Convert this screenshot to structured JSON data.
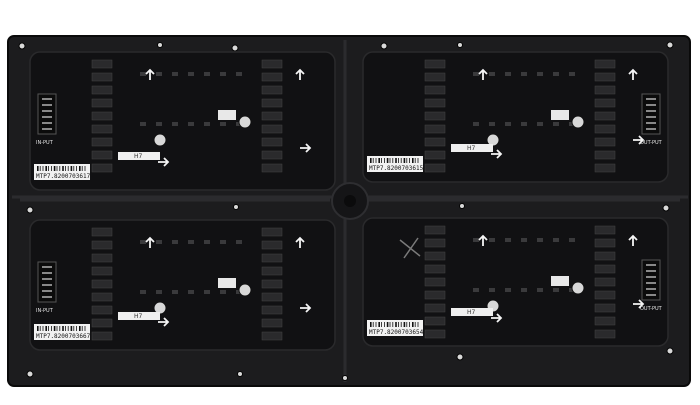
{
  "photo": {
    "board_labels": [
      "MTP7.8200703617",
      "MTP7.8200703615",
      "MTP7.8200703667",
      "MTP7.8200703654"
    ],
    "handwritten_marks": [
      "H7",
      "H7",
      "H7",
      "H7"
    ],
    "port_labels": [
      "IN-PUT",
      "OUT-PUT",
      "IN-PUT",
      "OUT-PUT"
    ],
    "colors": {
      "frame": "#1c1c1e",
      "pcb": "#111113",
      "chip": "#2a2a2c",
      "label_paper": "#f2f2f2",
      "accent_arrow": "#f5f5f5"
    }
  }
}
